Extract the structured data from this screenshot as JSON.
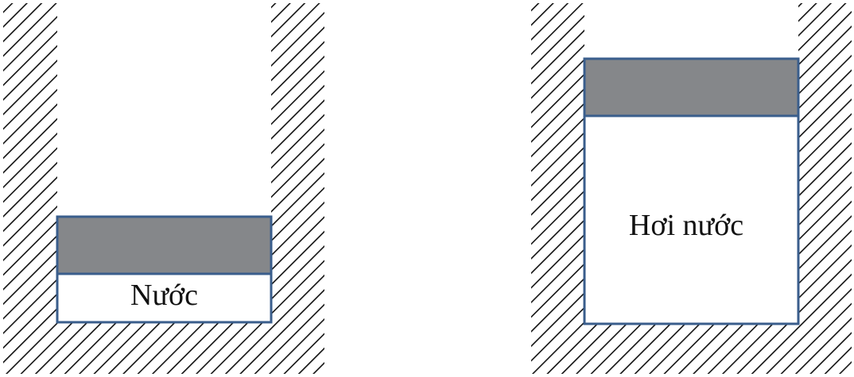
{
  "figures": [
    {
      "id": "left",
      "content_label": "Nước",
      "state": "liquid"
    },
    {
      "id": "right",
      "content_label": "Hơi nước",
      "state": "vapor"
    }
  ],
  "colors": {
    "piston": "#85878a",
    "outline": "#3a5e8c",
    "hatch": "#111111",
    "background": "#ffffff"
  }
}
